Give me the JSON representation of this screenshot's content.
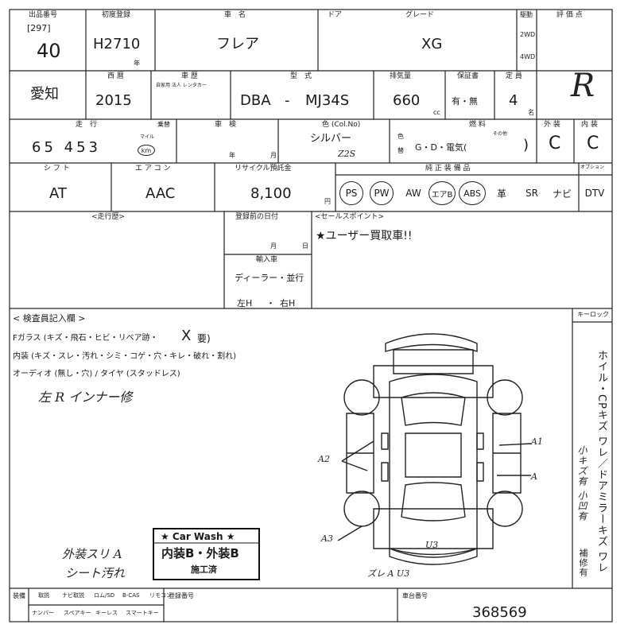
{
  "header": {
    "lot_label": "出品番号",
    "lot_bracket": "[297]",
    "lot_number": "40",
    "first_reg_label": "初度登録",
    "first_reg_value": "H2710",
    "year_suffix": "年",
    "car_name_label": "車　名",
    "car_name": "フレア",
    "door_label": "ドア",
    "grade_label": "グレード",
    "grade": "XG",
    "drive_label": "駆動",
    "drive_2wd": "2WD",
    "drive_4wd": "4WD",
    "score_label": "評 価 点",
    "score": "R"
  },
  "row2": {
    "region": "愛知",
    "year_label": "西 暦",
    "year": "2015",
    "vehicle_label": "車 歴",
    "vehicle_sub": "自家用 法人 レンタカー",
    "model_label": "型　式",
    "model_prefix": "DBA",
    "model_dash": "-",
    "model_code": "MJ34S",
    "displacement_label": "排気量",
    "displacement": "660",
    "cc": "cc",
    "warranty_label": "保証書",
    "warranty_value": "有・無",
    "capacity_label": "定 員",
    "capacity": "4",
    "capacity_unit": "名"
  },
  "row3": {
    "mileage_label": "走　行",
    "mileage": "65 453",
    "mileage_unit": "km",
    "mileage_unit_alt": "マイル",
    "meter_label": "乗替",
    "inspection_label": "車　検",
    "year_unit": "年",
    "month_unit": "月",
    "color_label": "色 (Col.No)",
    "color_name": "シルバー",
    "color_code": "Z2S",
    "color_change_a": "色",
    "color_change_b": "替",
    "fuel_label": "燃 料",
    "fuel_options": "G・D・電気(",
    "fuel_other": "その他",
    "fuel_close": ")",
    "exterior_label": "外 装",
    "exterior": "C",
    "interior_label": "内 装",
    "interior": "C"
  },
  "row4": {
    "shift_label": "シ フ ト",
    "shift": "AT",
    "ac_label": "エ ア コ ン",
    "ac": "AAC",
    "recycle_label": "リサイクル預託金",
    "recycle": "8,100",
    "yen": "円",
    "equipment_label": "純 正 装 備 品",
    "equipment": [
      "PS",
      "PW",
      "AW",
      "エアB",
      "ABS",
      "革",
      "SR",
      "ナビ",
      "DTV"
    ],
    "option_label": "オプション"
  },
  "row5": {
    "history_label": "<走行歴>",
    "regdate_label": "登録前の日付",
    "month": "月",
    "day": "日",
    "import_label": "輸入車",
    "dealer": "ディーラー・並行",
    "steering_left": "左H",
    "steering_sep": "・",
    "steering_right": "右H",
    "sales_label": "<セールスポイント>",
    "sales_point": "★ユーザー買取車!!"
  },
  "inspector": {
    "title": "< 検査員記入欄 >",
    "glass": "Fガラス (キズ・飛石・ヒビ・リペア跡・",
    "glass_x": "X",
    "glass_need": "要)",
    "interior": "内装 (キズ・スレ・汚れ・シミ・コゲ・穴・キレ・破れ・割れ)",
    "audio": "オーディオ (無し・穴) / タイヤ (スタッドレス)",
    "hand_note": "左 R インナー修",
    "keylock_label": "キーロック"
  },
  "right_notes": {
    "col1": "ホイル・CPキズ ワレ／ドアミラーキズ ワレ",
    "col2": "小キズ有 小凹有",
    "col3": "補修有"
  },
  "diagram_marks": {
    "a2": "A2",
    "a1": "A1",
    "u3": "U3",
    "a3": "A3",
    "a_right": "A",
    "bumper": "ズレ A U3"
  },
  "carwash": {
    "title": "★ Car Wash ★",
    "body": "内装B・外装B",
    "done": "施工済"
  },
  "handwriting": {
    "line1": "外装スリ A",
    "line2": "シート汚れ"
  },
  "footer": {
    "equip_label": "装備",
    "row1": [
      "取説",
      "ナビ取説",
      "ロム/SD",
      "B-CAS",
      "リモコン"
    ],
    "row2": [
      "ナンバー",
      "スペアキー",
      "キーレス",
      "スマートキー"
    ],
    "reg_label": "登録番号",
    "chassis_label": "車台番号",
    "chassis": "368569"
  }
}
